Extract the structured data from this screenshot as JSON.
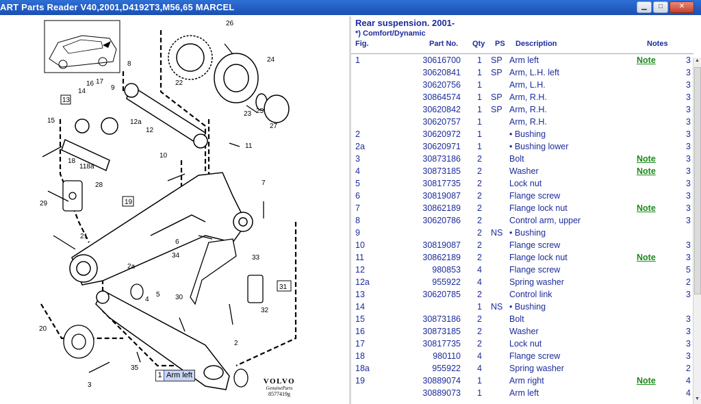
{
  "window": {
    "title": "ART Parts Reader V40,2001,D4192T3,M56,65 MARCEL",
    "min_icon": "minimize-icon",
    "max_icon": "maximize-icon",
    "close_icon": "close-icon"
  },
  "diagram": {
    "callouts": [
      "26",
      "24",
      "8",
      "22",
      "16",
      "17",
      "9",
      "14",
      "13",
      "15",
      "12a",
      "12",
      "25",
      "23",
      "27",
      "11",
      "18",
      "118a",
      "10",
      "7",
      "28",
      "29",
      "19",
      "21",
      "6",
      "34",
      "33",
      "2a",
      "4",
      "5",
      "30",
      "31",
      "32",
      "20",
      "35",
      "2",
      "3"
    ],
    "selected_tag": {
      "number": "1",
      "label": "Arm left"
    },
    "logo": {
      "brand": "VOLVO",
      "sub": "GenuineParts",
      "code": "8577419g"
    }
  },
  "parts": {
    "title": "Rear suspension. 2001-",
    "subtitle": "*) Comfort/Dynamic",
    "columns": {
      "fig": "Fig.",
      "part": "Part No.",
      "qty": "Qty",
      "ps": "PS",
      "desc": "Description",
      "notes": "Notes"
    },
    "rows": [
      {
        "fig": "1",
        "part": "30616700",
        "qty": "1",
        "ps": "SP",
        "desc": "Arm left",
        "note": "Note",
        "page": "3"
      },
      {
        "fig": "",
        "part": "30620841",
        "qty": "1",
        "ps": "SP",
        "desc": "Arm, L.H. left",
        "note": "",
        "page": "3"
      },
      {
        "fig": "",
        "part": "30620756",
        "qty": "1",
        "ps": "",
        "desc": "Arm, L.H.",
        "note": "",
        "page": "3"
      },
      {
        "fig": "",
        "part": "30864574",
        "qty": "1",
        "ps": "SP",
        "desc": "Arm, R.H.",
        "note": "",
        "page": "3"
      },
      {
        "fig": "",
        "part": "30620842",
        "qty": "1",
        "ps": "SP",
        "desc": "Arm, R.H.",
        "note": "",
        "page": "3"
      },
      {
        "fig": "",
        "part": "30620757",
        "qty": "1",
        "ps": "",
        "desc": "Arm, R.H.",
        "note": "",
        "page": "3"
      },
      {
        "fig": "2",
        "part": "30620972",
        "qty": "1",
        "ps": "",
        "desc": "• Bushing",
        "note": "",
        "page": "3"
      },
      {
        "fig": "2a",
        "part": "30620971",
        "qty": "1",
        "ps": "",
        "desc": "• Bushing lower",
        "note": "",
        "page": "3"
      },
      {
        "fig": "3",
        "part": "30873186",
        "qty": "2",
        "ps": "",
        "desc": "Bolt",
        "note": "Note",
        "page": "3"
      },
      {
        "fig": "4",
        "part": "30873185",
        "qty": "2",
        "ps": "",
        "desc": "Washer",
        "note": "Note",
        "page": "3"
      },
      {
        "fig": "5",
        "part": "30817735",
        "qty": "2",
        "ps": "",
        "desc": "Lock nut",
        "note": "",
        "page": "3"
      },
      {
        "fig": "6",
        "part": "30819087",
        "qty": "2",
        "ps": "",
        "desc": "Flange screw",
        "note": "",
        "page": "3"
      },
      {
        "fig": "7",
        "part": "30862189",
        "qty": "2",
        "ps": "",
        "desc": "Flange lock nut",
        "note": "Note",
        "page": "3"
      },
      {
        "fig": "8",
        "part": "30620786",
        "qty": "2",
        "ps": "",
        "desc": "Control arm, upper",
        "note": "",
        "page": "3"
      },
      {
        "fig": "9",
        "part": "",
        "qty": "2",
        "ps": "NS",
        "desc": "• Bushing",
        "note": "",
        "page": ""
      },
      {
        "fig": "10",
        "part": "30819087",
        "qty": "2",
        "ps": "",
        "desc": "Flange screw",
        "note": "",
        "page": "3"
      },
      {
        "fig": "11",
        "part": "30862189",
        "qty": "2",
        "ps": "",
        "desc": "Flange lock nut",
        "note": "Note",
        "page": "3"
      },
      {
        "fig": "12",
        "part": "980853",
        "qty": "4",
        "ps": "",
        "desc": "Flange screw",
        "note": "",
        "page": "5"
      },
      {
        "fig": "12a",
        "part": "955922",
        "qty": "4",
        "ps": "",
        "desc": "Spring washer",
        "note": "",
        "page": "2"
      },
      {
        "fig": "13",
        "part": "30620785",
        "qty": "2",
        "ps": "",
        "desc": "Control link",
        "note": "",
        "page": "3"
      },
      {
        "fig": "14",
        "part": "",
        "qty": "1",
        "ps": "NS",
        "desc": "• Bushing",
        "note": "",
        "page": ""
      },
      {
        "fig": "15",
        "part": "30873186",
        "qty": "2",
        "ps": "",
        "desc": "Bolt",
        "note": "",
        "page": "3"
      },
      {
        "fig": "16",
        "part": "30873185",
        "qty": "2",
        "ps": "",
        "desc": "Washer",
        "note": "",
        "page": "3"
      },
      {
        "fig": "17",
        "part": "30817735",
        "qty": "2",
        "ps": "",
        "desc": "Lock nut",
        "note": "",
        "page": "3"
      },
      {
        "fig": "18",
        "part": "980110",
        "qty": "4",
        "ps": "",
        "desc": "Flange screw",
        "note": "",
        "page": "3"
      },
      {
        "fig": "18a",
        "part": "955922",
        "qty": "4",
        "ps": "",
        "desc": "Spring washer",
        "note": "",
        "page": "2"
      },
      {
        "fig": "19",
        "part": "30889074",
        "qty": "1",
        "ps": "",
        "desc": "Arm right",
        "note": "Note",
        "page": "4"
      },
      {
        "fig": "",
        "part": "30889073",
        "qty": "1",
        "ps": "",
        "desc": "Arm left",
        "note": "",
        "page": "4"
      }
    ]
  }
}
